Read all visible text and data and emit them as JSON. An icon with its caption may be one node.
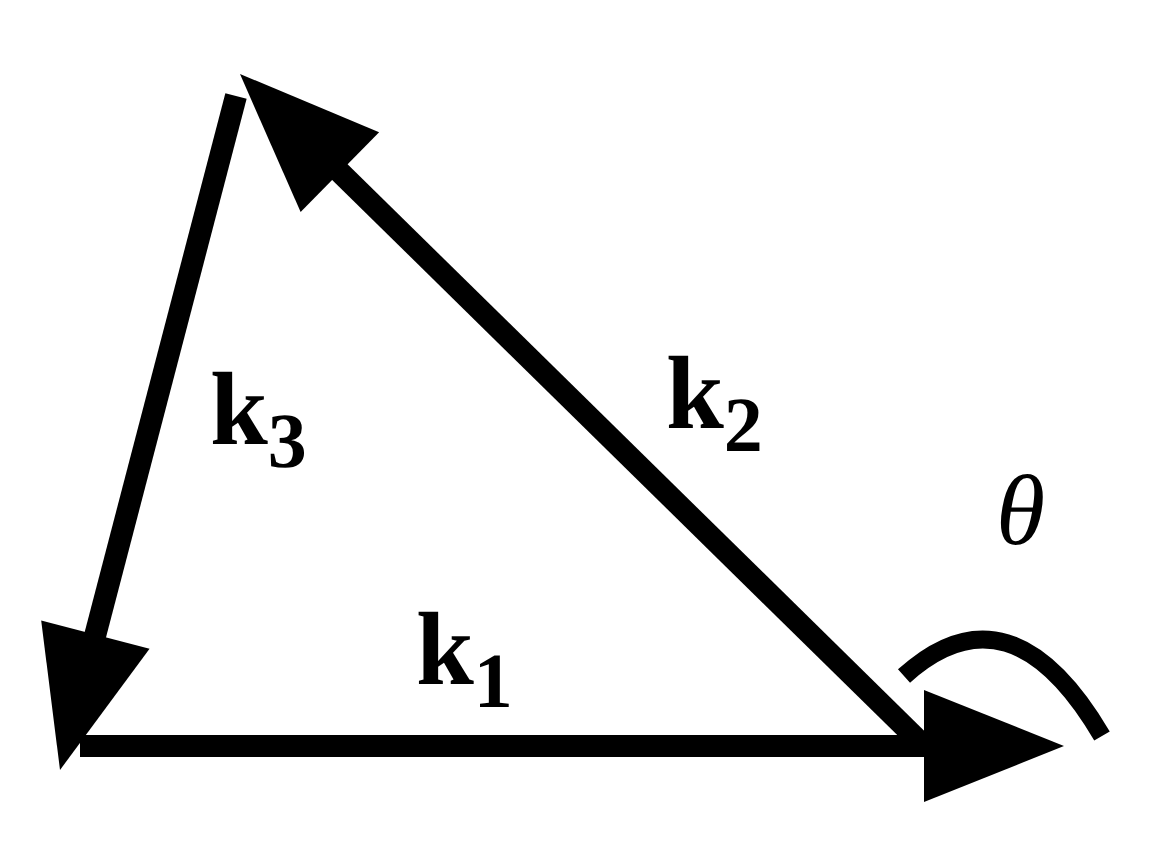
{
  "diagram": {
    "labels": [
      "k$_{3}$",
      "k$_{2}$",
      "k$_{1}$",
      "θ"
    ]
  }
}
